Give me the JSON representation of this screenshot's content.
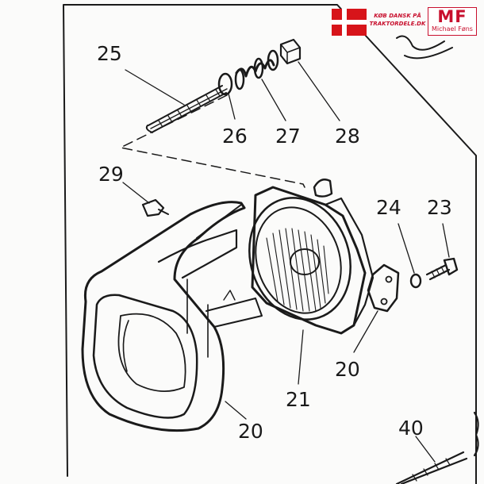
{
  "header": {
    "slogan_line1": "KØB DANSK PÅ",
    "slogan_line2": "TRAKTORDELE.DK",
    "logo_mark": "MF",
    "logo_name": "Michael Føns",
    "flag_colors": {
      "red": "#d7141a",
      "cross": "#ffffff"
    },
    "brand_color": "#c8102e"
  },
  "diagram": {
    "part_labels": {
      "p25": "25",
      "p26": "26",
      "p27": "27",
      "p28": "28",
      "p29": "29",
      "p24": "24",
      "p23": "23",
      "p20_bracket": "20",
      "p21": "21",
      "p20_cowl": "20",
      "p40": "40"
    },
    "ink_color": "#1a1a1a"
  }
}
